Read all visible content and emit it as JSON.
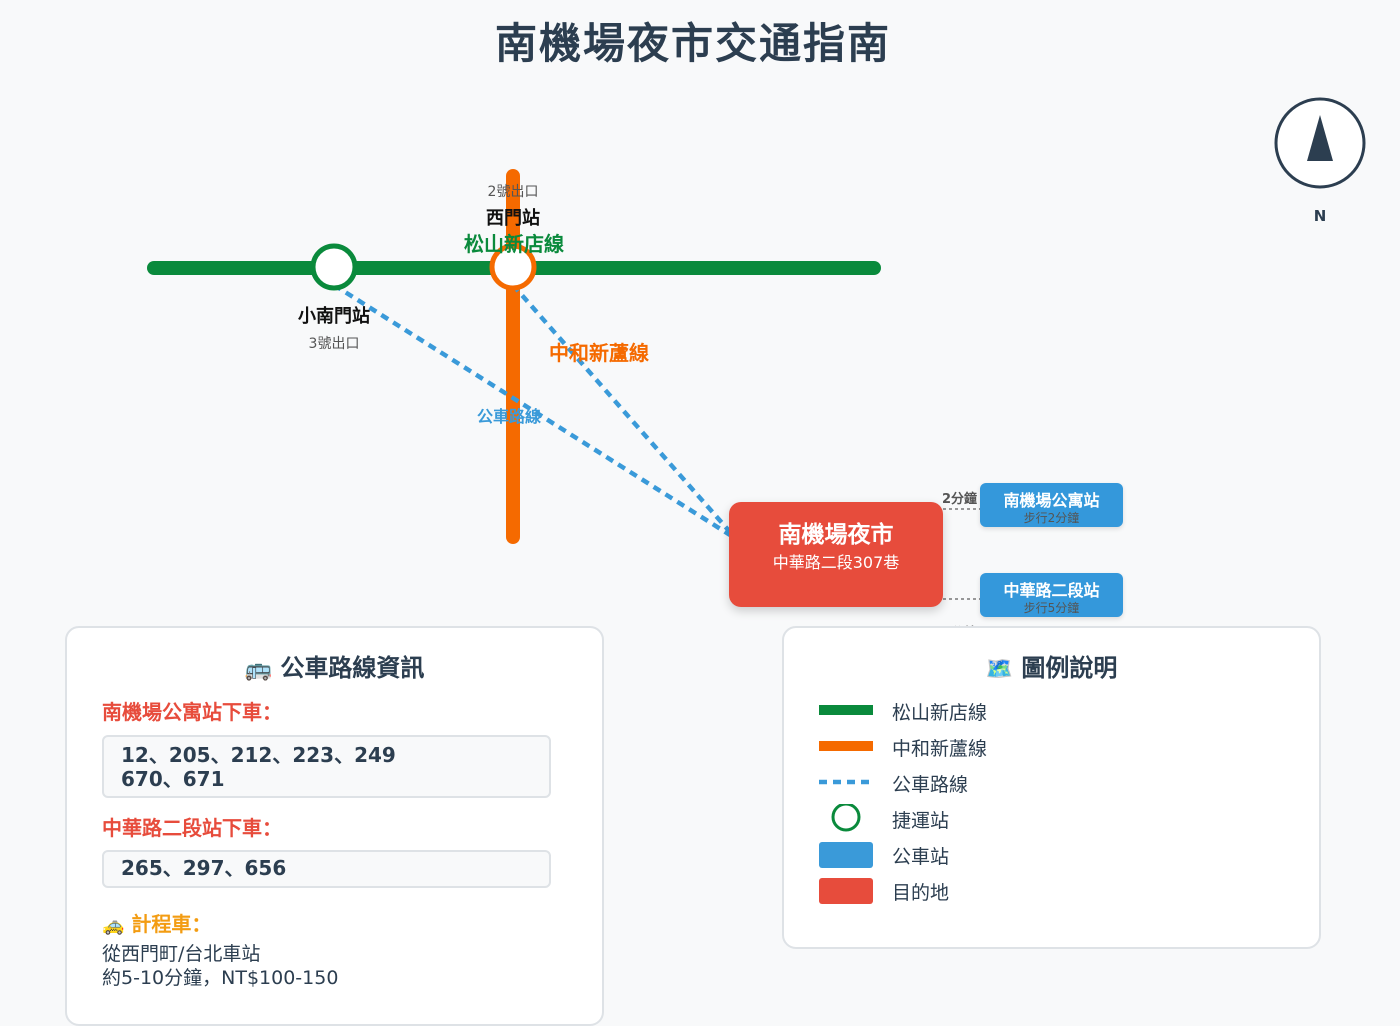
{
  "page": {
    "title": "南機場夜市交通指南"
  },
  "map": {
    "lines": {
      "green": {
        "name": "松山新店線",
        "color": "#0a8a3c"
      },
      "orange": {
        "name": "中和新蘆線",
        "color": "#f56a00"
      },
      "bus": {
        "name": "公車路線",
        "color": "#3a9ad9"
      }
    },
    "stations": {
      "ximen": {
        "name": "西門站",
        "exit": "2號出口"
      },
      "xiaonanmen": {
        "name": "小南門站",
        "exit": "3號出口"
      }
    },
    "destination": {
      "name": "南機場夜市",
      "address": "中華路二段307巷",
      "color": "#e74c3c"
    },
    "bus_stops": [
      {
        "name": "南機場公寓站",
        "walk": "步行2分鐘",
        "time": "2分鐘"
      },
      {
        "name": "中華路二段站",
        "walk": "步行5分鐘",
        "time": "5分鐘"
      }
    ],
    "compass": {
      "label": "N"
    }
  },
  "bus_panel": {
    "icon": "bus-icon",
    "title": "公車路線資訊",
    "groups": [
      {
        "heading": "南機場公寓站下車：",
        "routes_line1": "12、205、212、223、249",
        "routes_line2": "670、671"
      },
      {
        "heading": "中華路二段站下車：",
        "routes_line1": "265、297、656",
        "routes_line2": ""
      }
    ],
    "taxi": {
      "icon": "taxi-icon",
      "heading": "計程車：",
      "line1": "從西門町/台北車站",
      "line2": "約5-10分鐘，NT$100-150"
    }
  },
  "legend_panel": {
    "icon": "map-icon",
    "title": "圖例說明",
    "items": [
      {
        "label": "松山新店線",
        "kind": "green-line"
      },
      {
        "label": "中和新蘆線",
        "kind": "orange-line"
      },
      {
        "label": "公車路線",
        "kind": "dashed-line"
      },
      {
        "label": "捷運站",
        "kind": "station-circle"
      },
      {
        "label": "公車站",
        "kind": "bus-rect"
      },
      {
        "label": "目的地",
        "kind": "dest-rect"
      }
    ]
  }
}
